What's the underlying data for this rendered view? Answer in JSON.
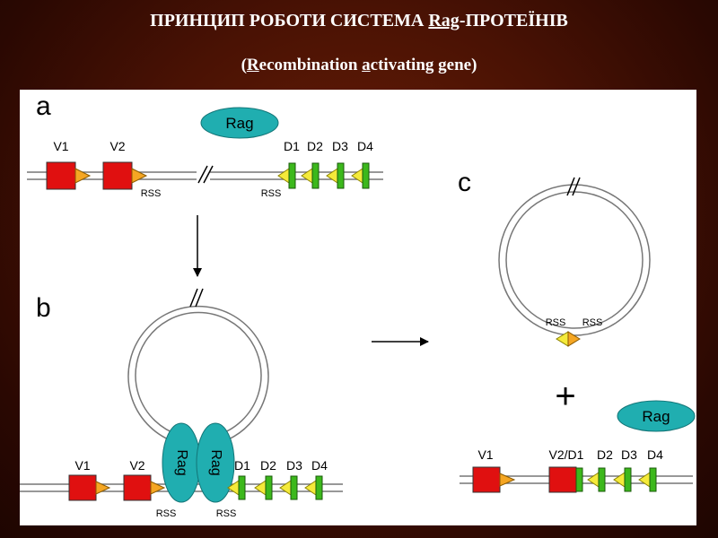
{
  "title": {
    "line1_prefix": "ПРИНЦИП РОБОТИ СИСТЕМА ",
    "line1_underlined": "Rag",
    "line1_suffix": "-ПРОТЕЇНІВ",
    "line2_open": "(",
    "line2_R": "R",
    "line2_mid1": "ecombination ",
    "line2_a": "a",
    "line2_mid2": "ctivating ",
    "line2_g": "g",
    "line2_end": "ene)"
  },
  "diagram": {
    "panel_a": "a",
    "panel_b": "b",
    "panel_c": "c",
    "rag": "Rag",
    "rss": "RSS",
    "v1": "V1",
    "v2": "V2",
    "d1": "D1",
    "d2": "D2",
    "d3": "D3",
    "d4": "D4",
    "v2d1": "V2/D1",
    "plus": "+",
    "break_mark": "//",
    "colors": {
      "v_segment": "#e01010",
      "d_segment": "#3cb81c",
      "rss_v": "#f5a623",
      "rss_d": "#f4ea3a",
      "rag_protein": "#20aeb0",
      "dna": "#777777"
    }
  }
}
